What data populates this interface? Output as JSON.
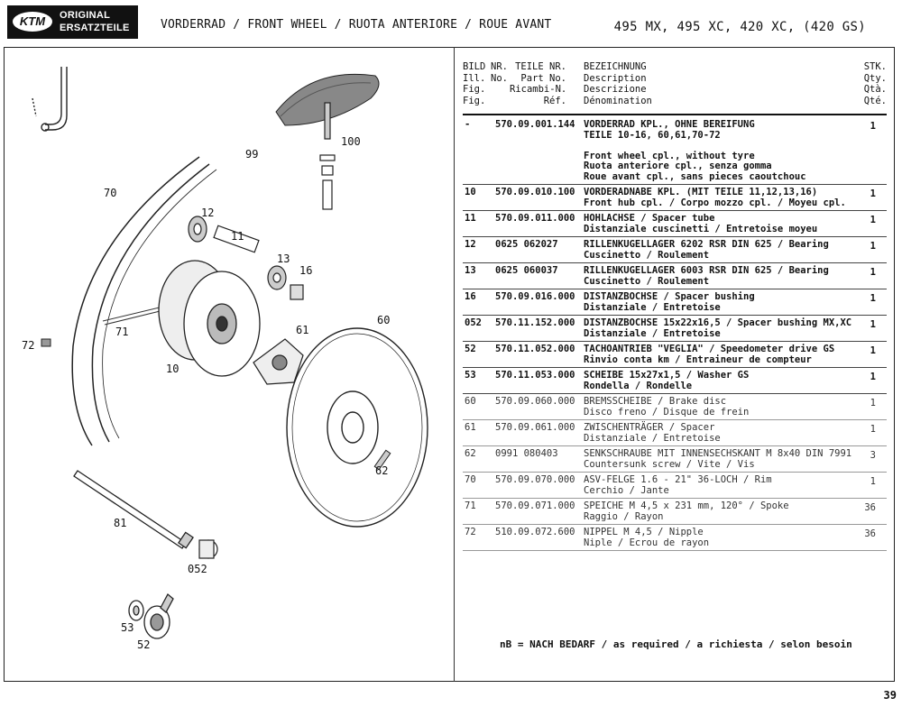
{
  "header": {
    "logo_mark": "KTM",
    "logo_line1": "ORIGINAL",
    "logo_line2": "ERSATZTEILE",
    "title": "VORDERRAD / FRONT WHEEL / RUOTA ANTERIORE / ROUE AVANT",
    "models": "495 MX, 495 XC, 420 XC, (420 GS)"
  },
  "callouts": [
    "99",
    "100",
    "70",
    "12",
    "11",
    "13",
    "16",
    "61",
    "60",
    "72",
    "71",
    "10",
    "62",
    "81",
    "052",
    "53",
    "52"
  ],
  "table_header": {
    "fig": "BILD\nIll.\nFig.\nFig.",
    "part": "NR.\nNo.\n \n ",
    "part2": "TEILE NR.\nPart No.\nRicambi-N.\nRéf.",
    "desc": "BEZEICHNUNG\nDescription\nDescrizione\nDénomination",
    "qty": "STK.\nQty.\nQtà.\nQté."
  },
  "rows": [
    {
      "fig": "-",
      "part": "570.09.001.144",
      "desc": "VORDERRAD KPL., OHNE BEREIFUNG\nTEILE 10-16, 60,61,70-72\n\nFront wheel cpl., without tyre\nRuota anteriore cpl., senza gomma\nRoue avant cpl., sans pieces caoutchouc",
      "qty": "1",
      "style": "bold"
    },
    {
      "fig": "10",
      "part": "570.09.010.100",
      "desc": "VORDERADNABE KPL. (MIT TEILE 11,12,13,16)\nFront hub cpl. / Corpo mozzo cpl. / Moyeu cpl.",
      "qty": "1",
      "style": "bold"
    },
    {
      "fig": "11",
      "part": "570.09.011.000",
      "desc": "HOHLACHSE / Spacer tube\nDistanziale cuscinetti / Entretoise moyeu",
      "qty": "1",
      "style": "bold"
    },
    {
      "fig": "12",
      "part": "0625 062027",
      "desc": "RILLENKUGELLAGER 6202 RSR DIN 625 / Bearing\nCuscinetto / Roulement",
      "qty": "1",
      "style": "bold"
    },
    {
      "fig": "13",
      "part": "0625 060037",
      "desc": "RILLENKUGELLAGER 6003 RSR DIN 625 / Bearing\nCuscinetto / Roulement",
      "qty": "1",
      "style": "bold"
    },
    {
      "fig": "16",
      "part": "570.09.016.000",
      "desc": "DISTANZBOCHSE / Spacer bushing\nDistanziale / Entretoise",
      "qty": "1",
      "style": "bold"
    },
    {
      "fig": "052",
      "part": "570.11.152.000",
      "desc": "DISTANZBOCHSE 15x22x16,5 / Spacer bushing  MX,XC\nDistanziale / Entretoise",
      "qty": "1",
      "style": "bold"
    },
    {
      "fig": "52",
      "part": "570.11.052.000",
      "desc": "TACHOANTRIEB \"VEGLIA\" / Speedometer drive   GS\nRinvio conta km / Entraineur de compteur",
      "qty": "1",
      "style": "bold"
    },
    {
      "fig": "53",
      "part": "570.11.053.000",
      "desc": "SCHEIBE 15x27x1,5 / Washer                    GS\nRondella / Rondelle",
      "qty": "1",
      "style": "bold"
    },
    {
      "fig": "60",
      "part": "570.09.060.000",
      "desc": "BREMSSCHEIBE / Brake disc\nDisco freno / Disque de frein",
      "qty": "1",
      "style": "light"
    },
    {
      "fig": "61",
      "part": "570.09.061.000",
      "desc": "ZWISCHENTRÄGER / Spacer\nDistanziale / Entretoise",
      "qty": "1",
      "style": "light"
    },
    {
      "fig": "62",
      "part": "0991 080403",
      "desc": "SENKSCHRAUBE MIT INNENSECHSKANT M 8x40 DIN 7991\nCountersunk screw / Vite / Vis",
      "qty": "3",
      "style": "light"
    },
    {
      "fig": "70",
      "part": "570.09.070.000",
      "desc": "ASV-FELGE 1.6 - 21\" 36-LOCH / Rim\nCerchio / Jante",
      "qty": "1",
      "style": "light"
    },
    {
      "fig": "71",
      "part": "570.09.071.000",
      "desc": "SPEICHE M 4,5 x 231 mm, 120° / Spoke\nRaggio / Rayon",
      "qty": "36",
      "style": "light"
    },
    {
      "fig": "72",
      "part": "510.09.072.600",
      "desc": "NIPPEL M 4,5 / Nipple\nNiple / Ecrou de rayon",
      "qty": "36",
      "style": "light"
    }
  ],
  "footnote": "nB = NACH BEDARF / as required / a richiesta / selon besoin",
  "page_number": "39"
}
